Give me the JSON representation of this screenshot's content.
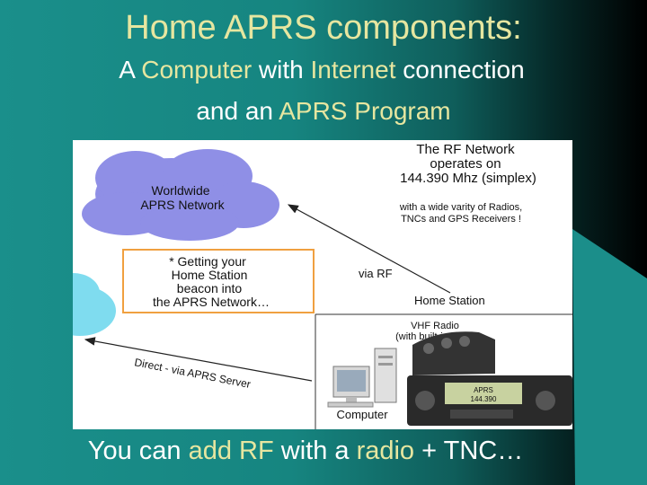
{
  "slide": {
    "title": "Home APRS components:",
    "subtitle_line1": {
      "a": "A ",
      "computer": "Computer",
      "with": " with ",
      "internet": "Internet",
      "rest": " connection"
    },
    "subtitle_line2": {
      "a": "and an ",
      "program": "APRS Program"
    },
    "bottom_line": {
      "a": "You can ",
      "add": "add RF",
      "with": " with a ",
      "radio": "radio",
      "rest": " + TNC…"
    }
  },
  "diagram": {
    "rf_network_line1": "The RF Network",
    "rf_network_line2": "operates on",
    "rf_network_line3": "144.390 Mhz  (simplex)",
    "variety_line1": "with a wide varity of Radios,",
    "variety_line2": "TNCs and GPS Receivers !",
    "cloud_line1": "Worldwide",
    "cloud_line2": "APRS Network",
    "box_line1": "* Getting your",
    "box_line2": "Home Station",
    "box_line3": "beacon into",
    "box_line4": "the APRS Network…",
    "via_rf": "via RF",
    "home_station": "Home Station",
    "vhf_line1": "VHF Radio",
    "vhf_line2": "(with built-in TNC)",
    "direct_label": "Direct - via APRS Server",
    "computer_label": "Computer",
    "radio_display_line1": "APRS",
    "radio_display_line2": "144.390"
  },
  "colors": {
    "title": "#e6e6a0",
    "text": "#ffffff",
    "cloud": "#8f8fe6",
    "cloud_small": "#7fdcef",
    "box_border": "#f0a040"
  }
}
